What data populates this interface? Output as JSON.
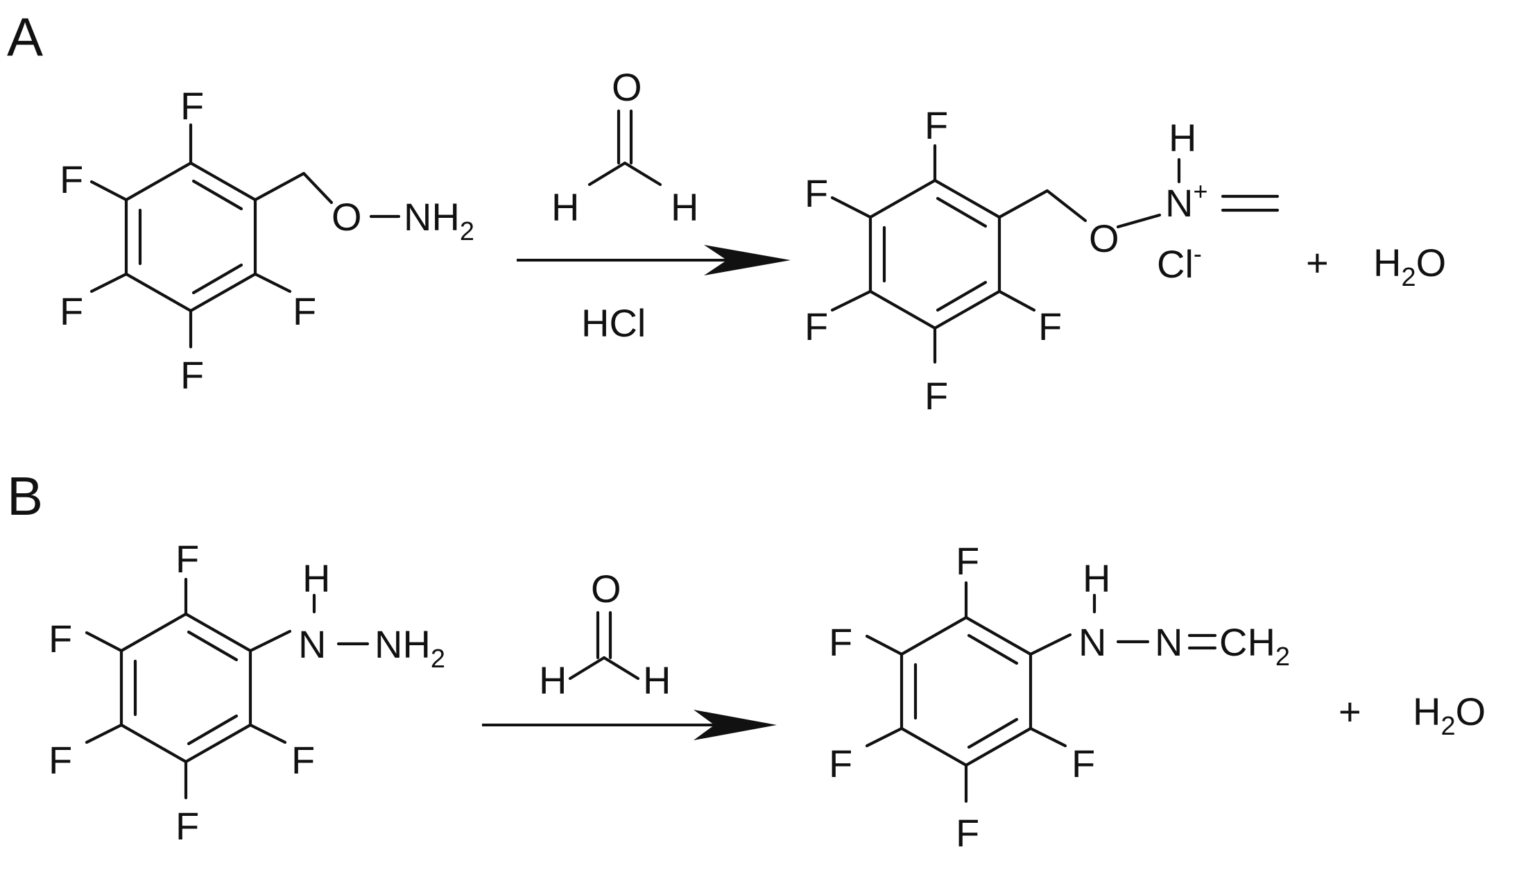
{
  "panels": [
    {
      "letter": "A",
      "reactant": {
        "substituent_atom": "F",
        "linker": [
          "O",
          "NH",
          "2"
        ]
      },
      "reagent": {
        "formaldehyde": {
          "o": "O",
          "h_left": "H",
          "h_right": "H"
        },
        "catalyst": "HCl"
      },
      "product": {
        "substituent_atom": "F",
        "o_atom": "O",
        "n_atom": "N",
        "n_charge": "+",
        "n_h": "H",
        "counterion": "Cl",
        "counterion_charge": "-"
      },
      "plus": "+",
      "byproduct": [
        "H",
        "2",
        "O"
      ]
    },
    {
      "letter": "B",
      "reactant": {
        "substituent_atom": "F",
        "nh_h": "H",
        "nh_n": "N",
        "nh2": [
          "N",
          "H",
          "2"
        ]
      },
      "reagent": {
        "formaldehyde": {
          "o": "O",
          "h_left": "H",
          "h_right": "H"
        }
      },
      "product": {
        "substituent_atom": "F",
        "nh_h": "H",
        "n1": "N",
        "n2": "N",
        "ch2": [
          "CH",
          "2"
        ]
      },
      "plus": "+",
      "byproduct": [
        "H",
        "2",
        "O"
      ]
    }
  ]
}
